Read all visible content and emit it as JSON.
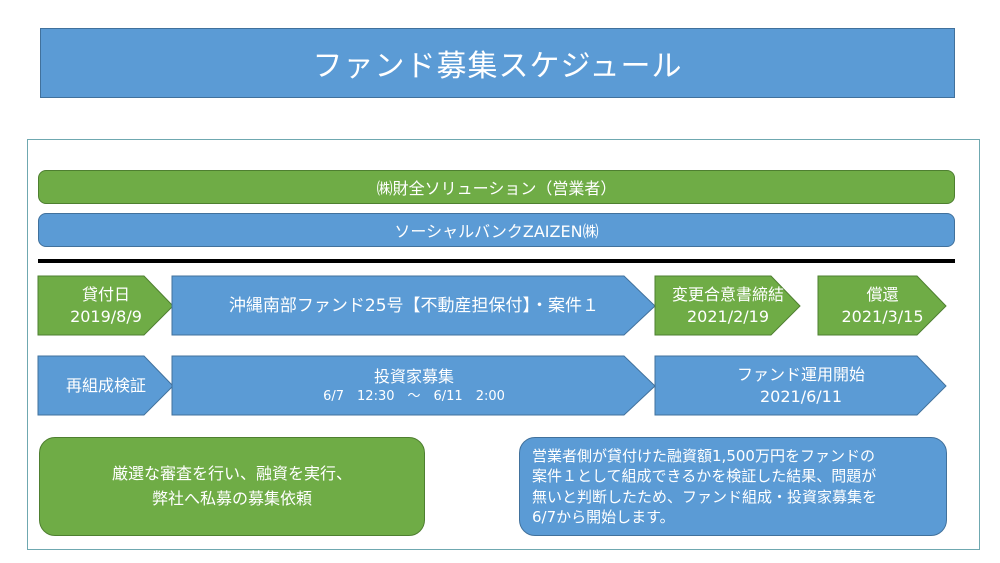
{
  "title": "ファンド募集スケジュール",
  "company_bar": "㈱財全ソリューション（営業者）",
  "bank_bar": "ソーシャルバンクZAIZEN㈱",
  "row1": {
    "loan_date_label": "貸付日",
    "loan_date_value": "2019/8/9",
    "fund_name": "沖縄南部ファンド25号【不動産担保付】・案件１",
    "amend_label": "変更合意書締結",
    "amend_value": "2021/2/19",
    "repay_label": "償還",
    "repay_value": "2021/3/15"
  },
  "row2": {
    "reorg_label": "再組成検証",
    "recruit_label": "投資家募集",
    "recruit_period": "6/7　12:30　～　6/11　2:00",
    "start_label": "ファンド運用開始",
    "start_value": "2021/6/11"
  },
  "note_left": "厳選な審査を行い、融資を実行、\n弊社へ私募の募集依頼",
  "note_right": "営業者側が貸付けた融資額1,500万円をファンドの\n案件１として組成できるかを検証した結果、問題が\n無いと判断したため、ファンド組成・投資家募集を\n6/7から開始します。",
  "colors": {
    "green": "#6fac46",
    "blue": "#5b9bd5",
    "green_border": "#4e7f30",
    "blue_border": "#41719c"
  }
}
